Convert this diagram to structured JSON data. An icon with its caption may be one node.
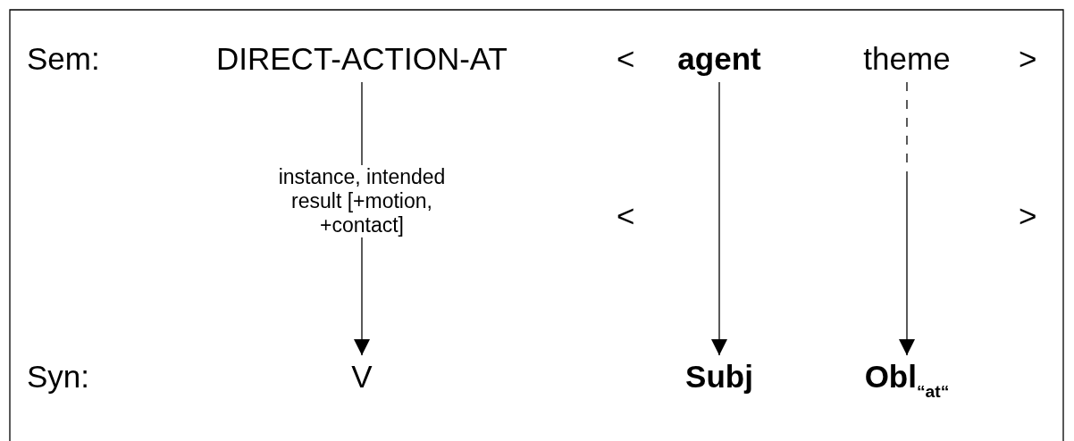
{
  "diagram": {
    "nodes": [
      {
        "text": [
          "DIRECT-ACTION-AT"
        ]
      },
      {
        "text": [
          "agent"
        ]
      },
      {
        "text": [
          "theme"
        ]
      },
      {
        "text": [
          "V"
        ]
      },
      {
        "text": [
          "Subj"
        ]
      },
      {
        "text": [
          "Obl$_{“at“}$"
        ]
      }
    ],
    "edges": [
      {
        "from": 0,
        "to": 3,
        "arrow": "to",
        "label": "instance, intended result [+motion, +contact]"
      },
      {
        "from": 1,
        "to": 4,
        "arrow": "to"
      },
      {
        "from": 2,
        "to": 5,
        "arrow": "to",
        "style": "dashed"
      }
    ],
    "labels": [
      "Sem:",
      "<",
      ">",
      "<",
      ">",
      "Syn:"
    ]
  }
}
